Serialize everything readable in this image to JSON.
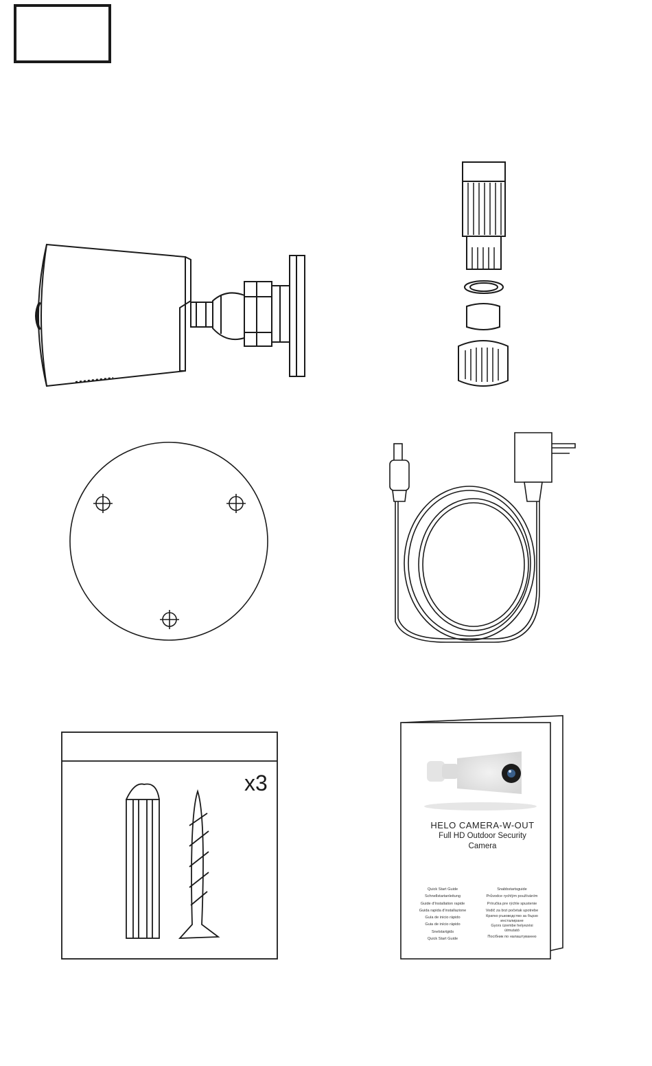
{
  "accessories": {
    "quantity_label": "x3"
  },
  "booklet": {
    "title": "HELO CAMERA-W-OUT",
    "subtitle_line1": "Full HD Outdoor Security",
    "subtitle_line2": "Camera",
    "languages_left": [
      "Quick Start Guide",
      "Schnellstartanleitung",
      "Guide d'Installation rapide",
      "Guida rapida d'installazione",
      "Guía de inicio rápido",
      "Guia de início rápido",
      "Snelstartgids",
      "Quick Start Guide"
    ],
    "languages_right": [
      "Snabbstartsguide",
      "Průvodce rychlým používáním",
      "Príručka pre rýchle spustenie",
      "Vodič za brzi početak upotrebe",
      "Кратко ръководство за бързо",
      "инсталиране",
      "Gyors üzembe helyezési",
      "útmutató",
      "Посібник по налаштуванню"
    ]
  }
}
